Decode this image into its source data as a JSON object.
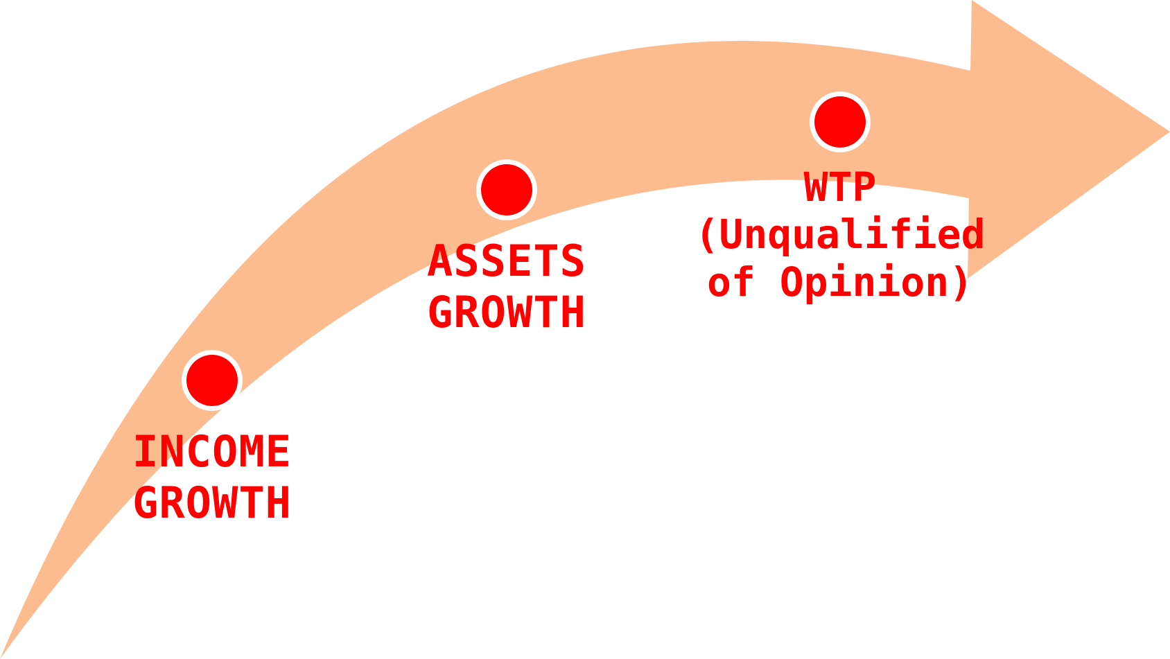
{
  "colors": {
    "arrow_fill": "#fdbb90",
    "marker_fill": "#ff0000",
    "marker_ring": "#ffffff",
    "text": "#ff0000"
  },
  "milestones": [
    {
      "lines": [
        "INCOME",
        "GROWTH"
      ]
    },
    {
      "lines": [
        "ASSETS",
        "GROWTH"
      ]
    },
    {
      "lines": [
        "WTP",
        "(Unqualified",
        "of Opinion)"
      ]
    }
  ]
}
